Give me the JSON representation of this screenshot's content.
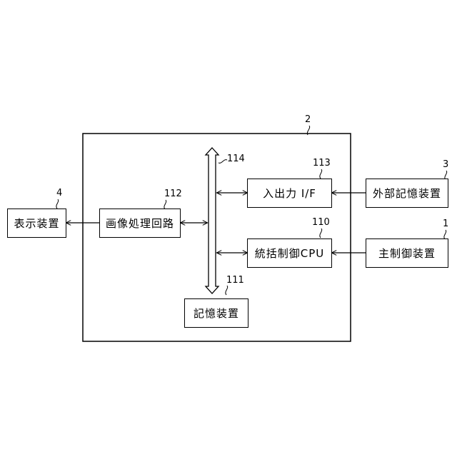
{
  "blocks": {
    "system": {
      "ref": "2"
    },
    "display": {
      "label": "表示装置",
      "ref": "4"
    },
    "image_proc": {
      "label": "画像処理回路",
      "ref": "112"
    },
    "io_if": {
      "label": "入出力 I/F",
      "ref": "113"
    },
    "cpu": {
      "label": "統括制御CPU",
      "ref": "110"
    },
    "storage": {
      "label": "記憶装置",
      "ref": "111"
    },
    "ext_storage": {
      "label": "外部記憶装置",
      "ref": "3"
    },
    "main_ctrl": {
      "label": "主制御装置",
      "ref": "1"
    }
  },
  "bus": {
    "ref": "114"
  }
}
